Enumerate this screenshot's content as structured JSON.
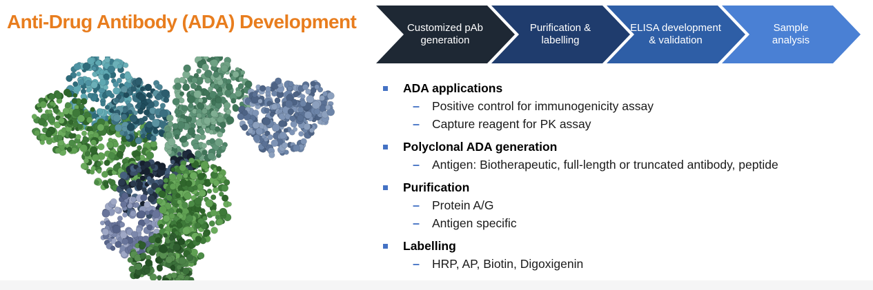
{
  "page": {
    "title": "Anti-Drug Antibody (ADA) Development",
    "title_color": "#E87D1E",
    "background_color": "#FFFFFF"
  },
  "process": {
    "steps": [
      {
        "label": "Customized pAb generation",
        "color": "#1E2834"
      },
      {
        "label": "Purification & labelling",
        "color": "#1F3C6D"
      },
      {
        "label": "ELISA development & validation",
        "color": "#2E5EA6"
      },
      {
        "label": "Sample analysis",
        "color": "#4A80D4"
      }
    ]
  },
  "list": {
    "bullet_color": "#4472C4",
    "dash_color": "#4472C4",
    "dash_glyph": "–",
    "sections": [
      {
        "title": "ADA applications",
        "items": [
          "Positive control for immunogenicity assay",
          "Capture reagent for PK assay"
        ]
      },
      {
        "title": "Polyclonal ADA generation",
        "items": [
          "Antigen: Biotherapeutic, full-length or truncated antibody, peptide"
        ]
      },
      {
        "title": "Purification",
        "items": [
          "Protein A/G",
          "Antigen specific"
        ]
      },
      {
        "title": "Labelling",
        "items": [
          "HRP, AP, Biotin, Digoxigenin"
        ]
      }
    ]
  },
  "figure": {
    "name": "antibody-3d-molecular-model",
    "palette": {
      "teal": [
        "#4E93A3",
        "#3C7D8D",
        "#5FA8B2",
        "#2E6B7A",
        "#6BB0B8"
      ],
      "teal_dark": [
        "#3A6F80",
        "#2C5D6E",
        "#4A8292",
        "#1F4C5C",
        "#5B93A1"
      ],
      "green": [
        "#4C8C46",
        "#3E7A39",
        "#5FA052",
        "#2F662B",
        "#6AAB5C"
      ],
      "green_dark": [
        "#3B703A",
        "#2E5C2E",
        "#4C8348",
        "#245124",
        "#578F50"
      ],
      "sage": [
        "#5E9377",
        "#4E8468",
        "#6FA184",
        "#3F7458",
        "#7FAE92"
      ],
      "blue_gray": [
        "#6C84A8",
        "#5A7195",
        "#7E94B6",
        "#4D6385",
        "#8CA0BE"
      ],
      "lavender": [
        "#7C88AC",
        "#68749A",
        "#8E99BB",
        "#57648A",
        "#9FA8C6"
      ],
      "dark_navy": [
        "#2A3A4E",
        "#1F2C3D",
        "#3A4F68",
        "#16202E",
        "#46607E"
      ]
    }
  },
  "footer": {
    "bar_color": "#F5F5F6"
  }
}
